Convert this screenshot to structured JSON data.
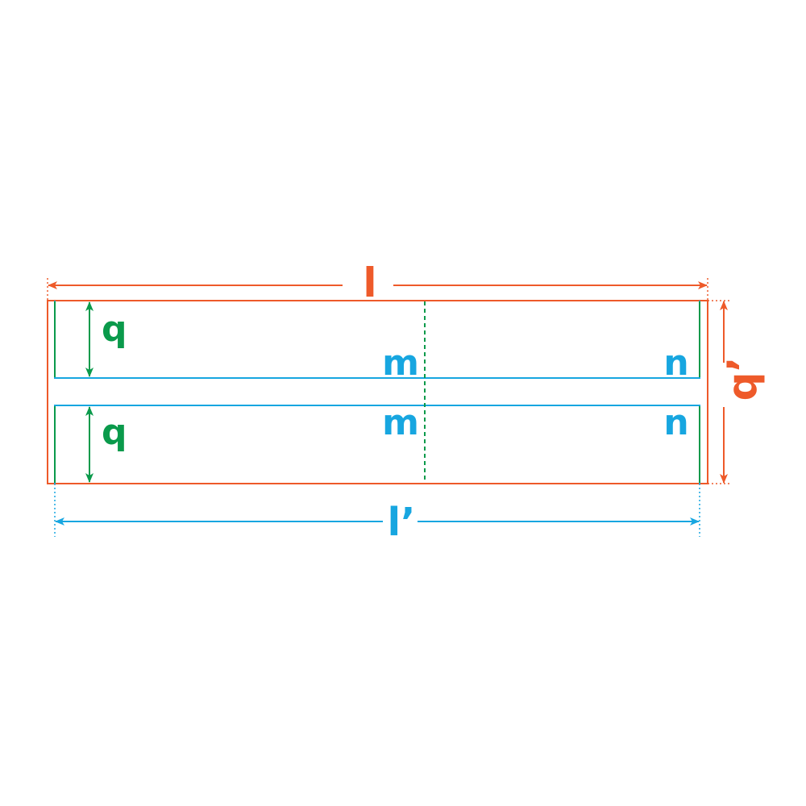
{
  "colors": {
    "orange": "#ee5a2a",
    "green": "#0a9a4b",
    "blue": "#17a6e0",
    "background": "#ffffff"
  },
  "labels": {
    "outer_length": "l",
    "inner_length": "l’",
    "outer_height": "q’",
    "strip_height": "q",
    "point_m": "m",
    "point_n": "n"
  }
}
